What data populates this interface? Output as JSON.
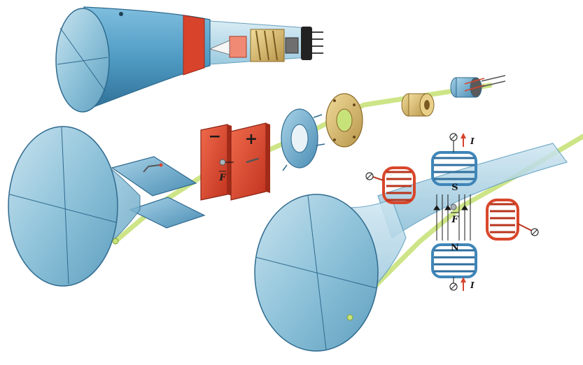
{
  "labels": {
    "minus_sign": "−",
    "plus_sign": "+",
    "force_symbol": "F",
    "force_symbol_magnetic": "F",
    "north_pole": "N",
    "south_pole": "S",
    "current_top": "I",
    "current_bottom": "I"
  },
  "colors": {
    "glass": "#8fc3da",
    "glass_dark": "#5f9fbf",
    "metal_blue": "#4f9bc4",
    "plate_red": "#d8432c",
    "coil_red": "#d9472b",
    "coil_blue": "#3f86b8",
    "brass": "#d2b46a",
    "beam": "#c8e27a"
  }
}
